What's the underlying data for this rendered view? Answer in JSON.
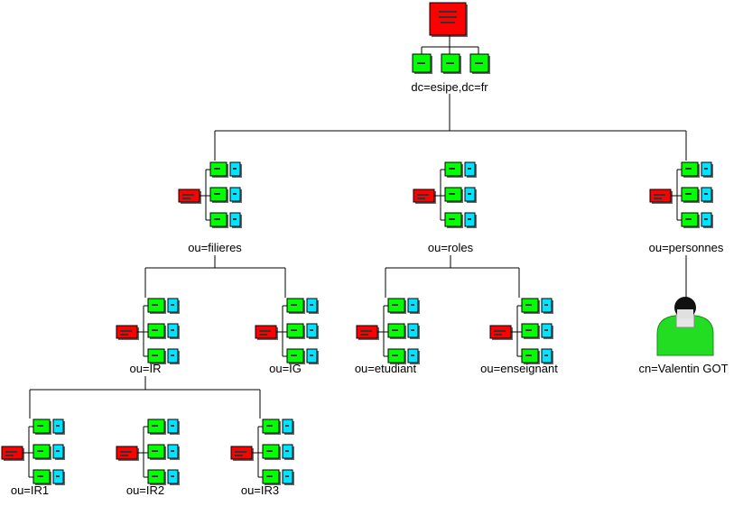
{
  "diagram": {
    "type": "ldap-directory-tree",
    "colors": {
      "red": "#ff0000",
      "green": "#00ff00",
      "cyan": "#00e5ff",
      "line": "#000000",
      "person_body": "#22dd22",
      "person_head": "#111111"
    },
    "nodes": {
      "root": {
        "label": "dc=esipe,dc=fr",
        "icon": "directory-root-icon"
      },
      "filieres": {
        "label": "ou=filieres",
        "icon": "organizational-unit-icon"
      },
      "roles": {
        "label": "ou=roles",
        "icon": "organizational-unit-icon"
      },
      "personnes": {
        "label": "ou=personnes",
        "icon": "organizational-unit-icon"
      },
      "ir": {
        "label": "ou=IR",
        "icon": "organizational-unit-icon"
      },
      "ig": {
        "label": "ou=IG",
        "icon": "organizational-unit-icon"
      },
      "etudiant": {
        "label": "ou=etudiant",
        "icon": "organizational-unit-icon"
      },
      "enseignant": {
        "label": "ou=enseignant",
        "icon": "organizational-unit-icon"
      },
      "valentin": {
        "label": "cn=Valentin GOT",
        "icon": "person-icon"
      },
      "ir1": {
        "label": "ou=IR1",
        "icon": "organizational-unit-icon"
      },
      "ir2": {
        "label": "ou=IR2",
        "icon": "organizational-unit-icon"
      },
      "ir3": {
        "label": "ou=IR3",
        "icon": "organizational-unit-icon"
      }
    }
  }
}
